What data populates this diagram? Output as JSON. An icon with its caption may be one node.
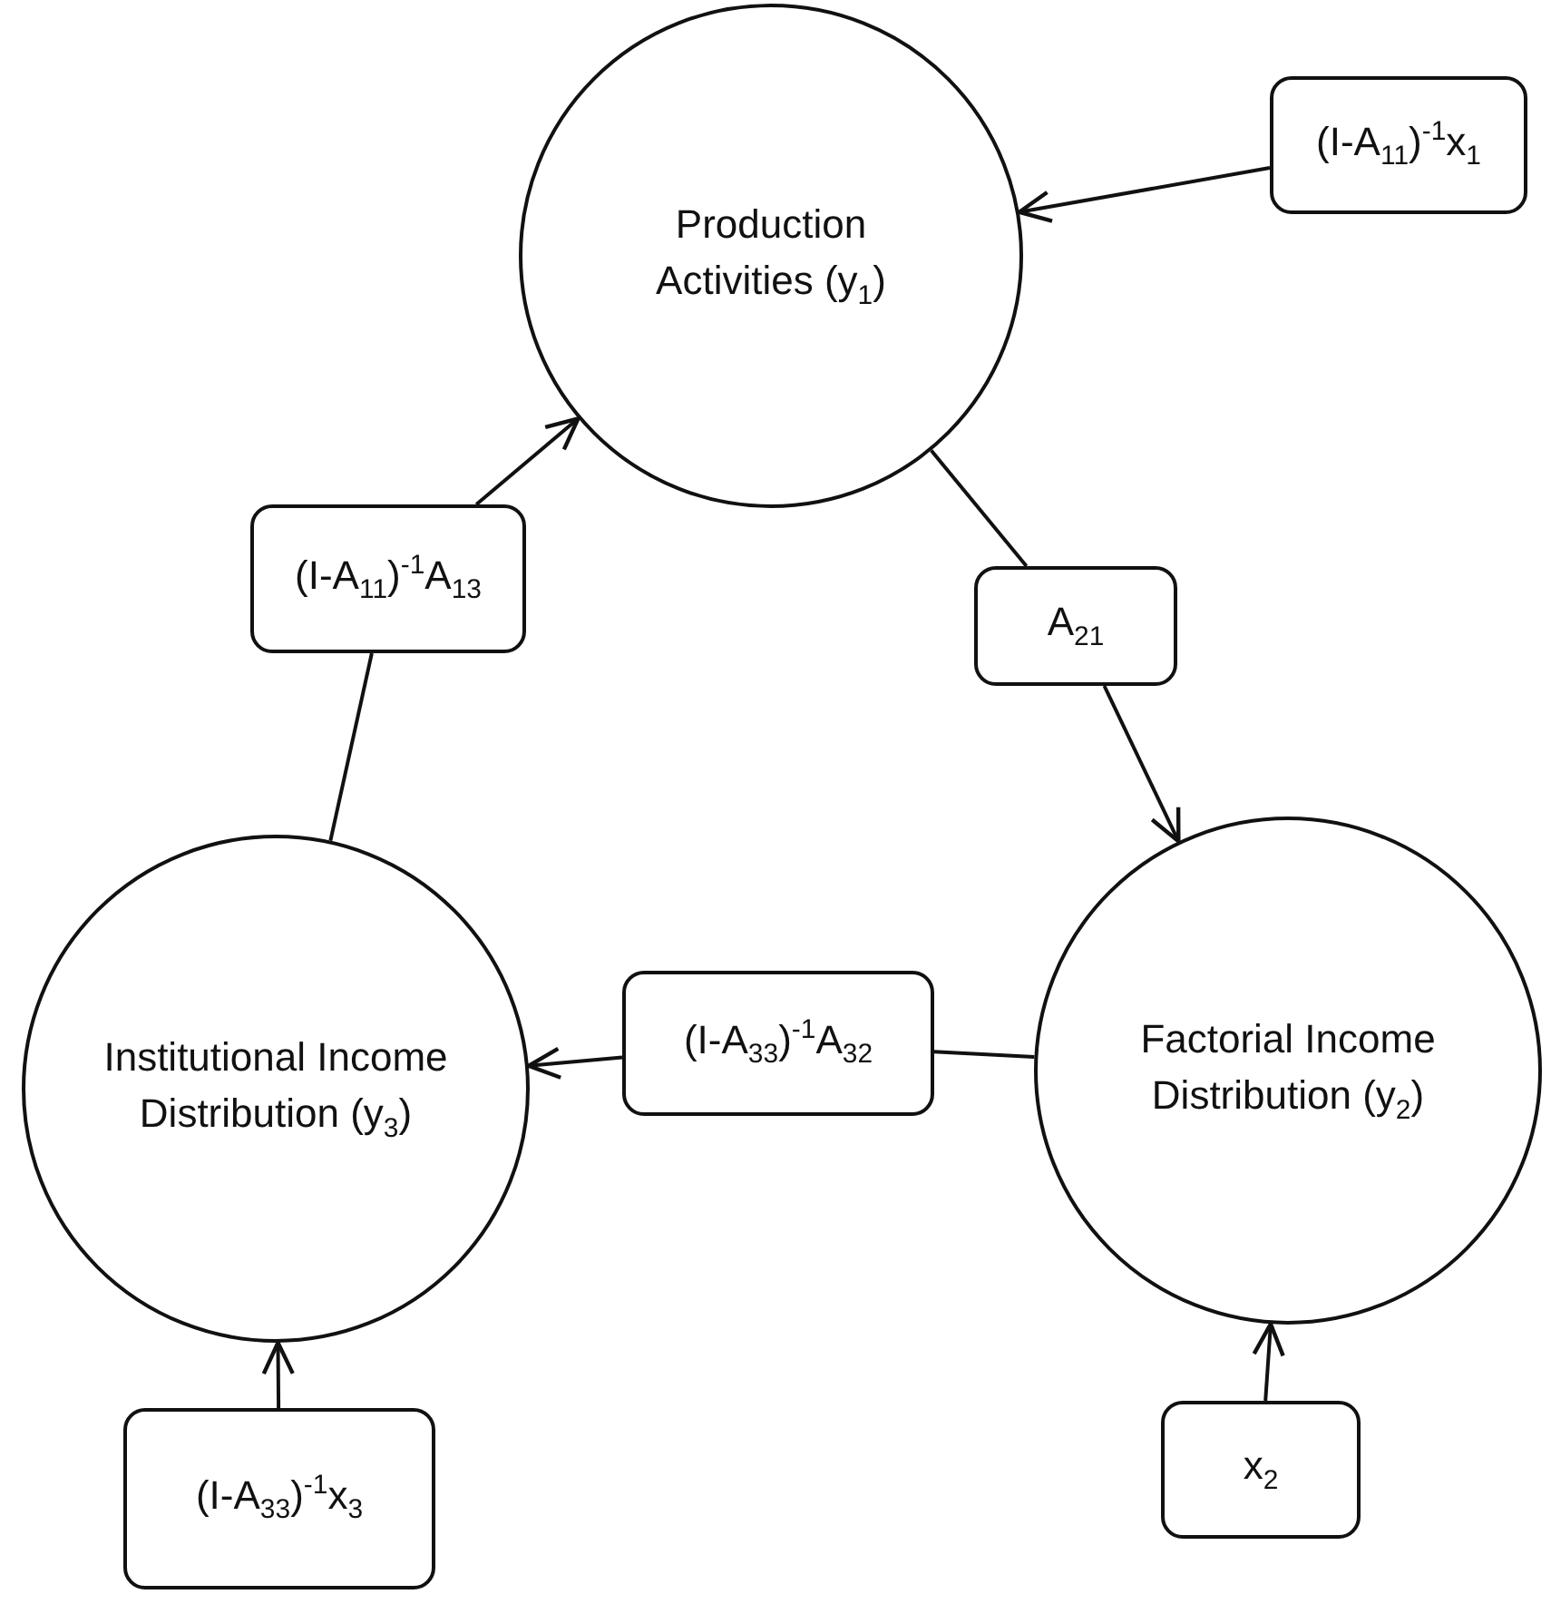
{
  "diagram": {
    "nodes": [
      {
        "text": [
          "Production Activities (y$_{1}$)"
        ]
      },
      {
        "text": [
          "(I-A$_{11}$)$^{-1}$x$_{1}$"
        ]
      },
      {
        "text": [
          "(I-A$_{11}$)$^{-1}$A$_{13}$"
        ]
      },
      {
        "text": [
          "A$_{21}$"
        ]
      },
      {
        "text": [
          "Institutional Income Distribution (y$_{3}$)"
        ]
      },
      {
        "text": [
          "(I-A$_{33}$)$^{-1}$A$_{32}$"
        ]
      },
      {
        "text": [
          "Factorial Income Distribution (y$_{2}$)"
        ]
      },
      {
        "text": [
          "(I-A$_{33}$)$^{-1}$x$_{3}$"
        ]
      },
      {
        "text": [
          "x$_{2}$"
        ]
      }
    ],
    "edges": [
      {
        "from": 1,
        "to": 0,
        "arrow": "to"
      },
      {
        "from": 0,
        "to": 3,
        "arrow": "none"
      },
      {
        "from": 3,
        "to": 6,
        "arrow": "to"
      },
      {
        "from": 6,
        "to": 5,
        "arrow": "none"
      },
      {
        "from": 5,
        "to": 4,
        "arrow": "to"
      },
      {
        "from": 4,
        "to": 2,
        "arrow": "none"
      },
      {
        "from": 2,
        "to": 0,
        "arrow": "to"
      },
      {
        "from": 7,
        "to": 4,
        "arrow": "to"
      },
      {
        "from": 8,
        "to": 6,
        "arrow": "to"
      }
    ]
  }
}
